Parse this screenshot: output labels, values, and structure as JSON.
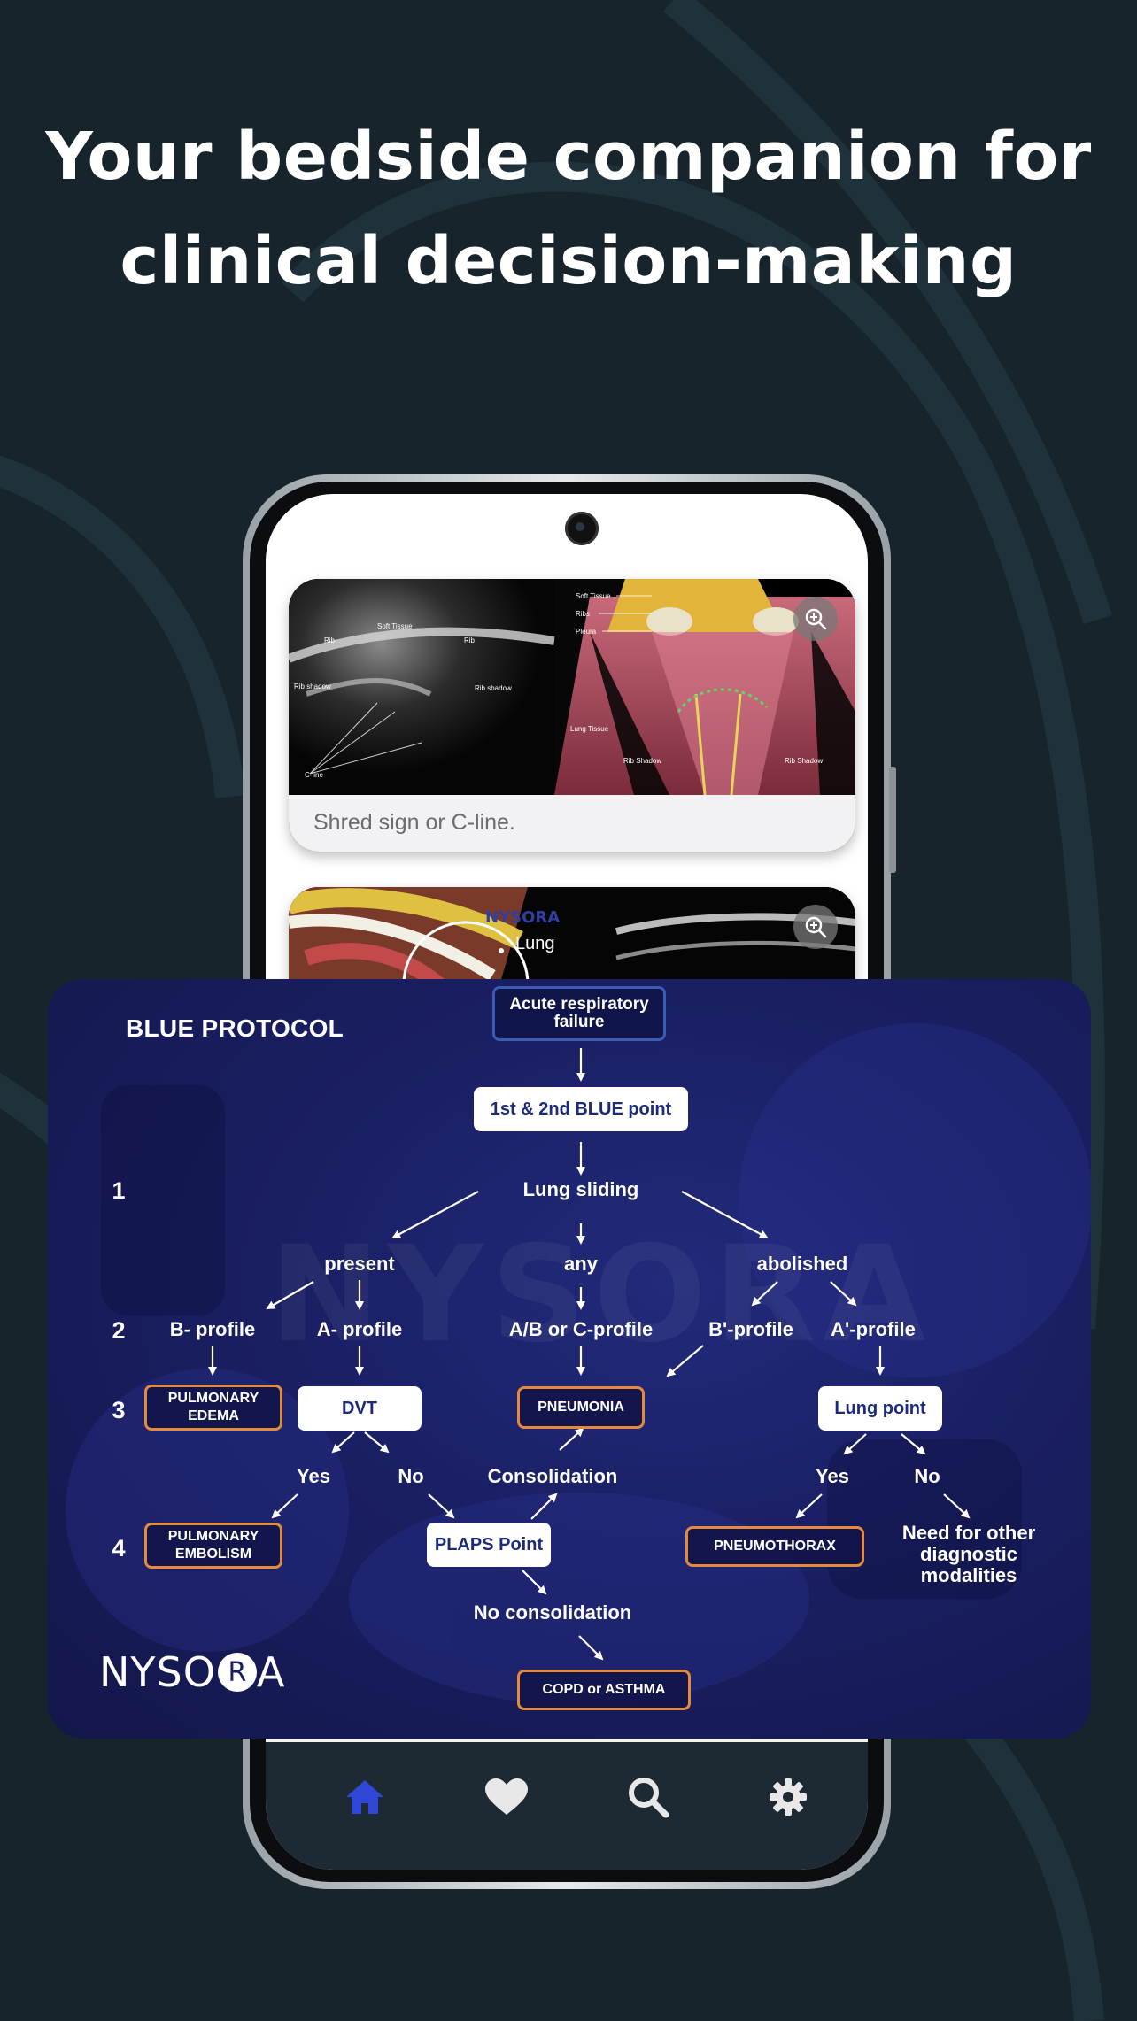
{
  "colors": {
    "background": "#17242b",
    "protocol_bg": "#1a1f63",
    "accent_orange": "#e58a3c",
    "tab_active": "#2f46d6",
    "tab_inactive": "#e8e8e8"
  },
  "headline": {
    "line1": "Your bedside companion for",
    "line2": "clinical decision-making"
  },
  "cards": [
    {
      "caption": "Shred sign or C-line.",
      "image_labels": {
        "soft_tissue_left": "Soft Tissue",
        "rib_left": "Rib",
        "rib_right": "Rib",
        "rib_shadow_left": "Rib shadow",
        "rib_shadow_right": "Rib shadow",
        "c_line": "C-line",
        "soft_tissue": "Soft Tissue",
        "ribs": "Ribs",
        "pleura": "Pleura",
        "lung_tissue": "Lung Tissue",
        "rib_shadow_a": "Rib Shadow",
        "rib_shadow_b": "Rib Shadow"
      },
      "zoom_icon": "zoom-in-icon"
    },
    {
      "image_labels": {
        "brand": "NYSORA",
        "lung": "Lung"
      },
      "zoom_icon": "zoom-in-icon"
    }
  ],
  "tabs": [
    {
      "icon": "home-icon",
      "active": true
    },
    {
      "icon": "heart-icon",
      "active": false
    },
    {
      "icon": "search-icon",
      "active": false
    },
    {
      "icon": "gear-icon",
      "active": false
    }
  ],
  "protocol": {
    "title": "BLUE PROTOCOL",
    "watermark": "NYSORA",
    "brand": {
      "prefix": "NYSO",
      "circle": "R",
      "suffix": "A"
    },
    "steps": [
      "1",
      "2",
      "3",
      "4"
    ],
    "start": "Acute respiratory failure",
    "blue_point": "1st & 2nd BLUE point",
    "lung_sliding": "Lung sliding",
    "present": "present",
    "any": "any",
    "abolished": "abolished",
    "b_profile": "B- profile",
    "a_profile": "A- profile",
    "ab_c_profile": "A/B or C-profile",
    "b_prime_profile": "B'-profile",
    "a_prime_profile": "A'-profile",
    "pulmonary_edema": "PULMONARY EDEMA",
    "dvt": "DVT",
    "pneumonia": "PNEUMONIA",
    "lung_point": "Lung point",
    "yes_left": "Yes",
    "no_left": "No",
    "consolidation": "Consolidation",
    "yes_right": "Yes",
    "no_right": "No",
    "pulmonary_embolism": "PULMONARY EMBOLISM",
    "plaps_point": "PLAPS Point",
    "pneumothorax": "PNEUMOTHORAX",
    "other_modalities": "Need for other diagnostic modalities",
    "no_consolidation": "No consolidation",
    "copd_asthma": "COPD or ASTHMA"
  }
}
